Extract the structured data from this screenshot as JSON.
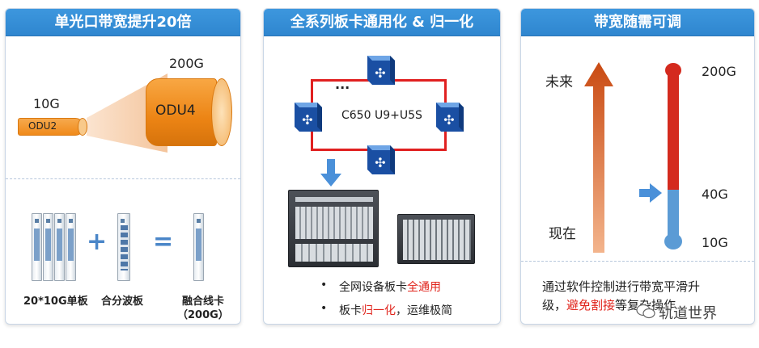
{
  "panel1": {
    "title": "单光口带宽提升20倍",
    "small_tube_rate": "10G",
    "small_tube_label": "ODU2",
    "big_tube_rate": "200G",
    "big_tube_label": "ODU4",
    "item1": "20*10G单板",
    "item2": "合分波板",
    "item3_line1": "融合线卡",
    "item3_line2": "（200G）",
    "plus": "+",
    "equals": "="
  },
  "panel2": {
    "title": "全系列板卡通用化 & 归一化",
    "ellipsis": "...",
    "center_label": "C650 U9+U5S",
    "bullet1_prefix": "全网设备板卡",
    "bullet1_highlight": "全通用",
    "bullet2_prefix": "板卡",
    "bullet2_highlight": "归一化",
    "bullet2_suffix": "，运维极简",
    "bullet_mark": "•"
  },
  "panel3": {
    "title": "带宽随需可调",
    "future": "未来",
    "now": "现在",
    "top_rate": "200G",
    "mid_rate": "40G",
    "bottom_rate": "10G",
    "desc_line1": "通过软件控制进行带宽平滑升",
    "desc_line2_prefix": "级，",
    "desc_line2_highlight": "避免割接",
    "desc_line2_suffix": "等复杂操作"
  },
  "watermark": "轨道世界",
  "colors": {
    "header_blue": "#3d97de",
    "orange": "#f08a1a",
    "red": "#e0231b",
    "gauge_red": "#d42a1e",
    "gauge_blue": "#5b9bd5"
  }
}
